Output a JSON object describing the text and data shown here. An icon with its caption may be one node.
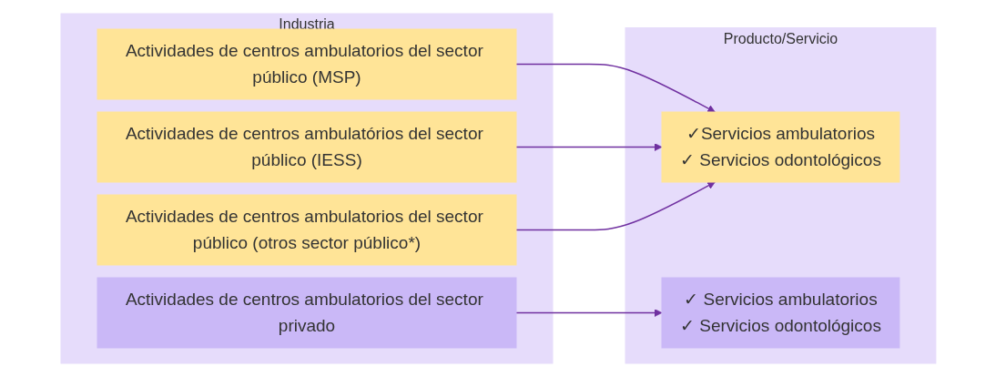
{
  "diagram": {
    "nodes": [
      {
        "text": [
          "Industria"
        ]
      },
      {
        "text": [
          "Actividades de centros ambulatorios del sector público (MSP)"
        ],
        "in": 0
      },
      {
        "text": [
          "Actividades de centros ambulatórios del sector público (IESS)"
        ],
        "in": 0
      },
      {
        "text": [
          "Actividades de centros ambulatorios del sector público (otros sector público*)"
        ],
        "in": 0
      },
      {
        "text": [
          "Actividades de centros ambulatorios del sector privado"
        ],
        "in": 0
      },
      {
        "text": [
          "Producto/Servicio"
        ]
      },
      {
        "text": [
          "✓Servicios ambulatorios",
          "✓ Servicios odontológicos"
        ],
        "in": 5
      },
      {
        "text": [
          "✓ Servicios ambulatorios",
          "✓ Servicios odontológicos"
        ],
        "in": 5
      }
    ],
    "edges": [
      {
        "from": 1,
        "to": 6,
        "arrow": "to"
      },
      {
        "from": 2,
        "to": 6,
        "arrow": "to"
      },
      {
        "from": 3,
        "to": 6,
        "arrow": "to"
      },
      {
        "from": 4,
        "to": 7,
        "arrow": "to"
      }
    ]
  }
}
